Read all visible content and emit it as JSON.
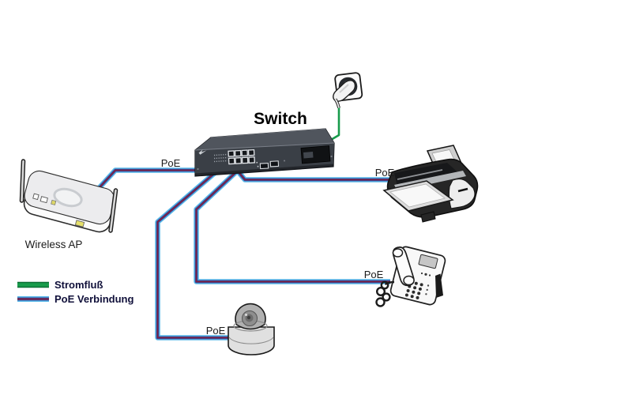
{
  "diagram": {
    "title": "Switch",
    "device_labels": {
      "wireless_ap": "Wireless AP"
    },
    "cable_labels": {
      "ap": "PoE",
      "printer": "PoE",
      "phone": "PoE",
      "camera": "PoE"
    },
    "legend": {
      "power_flow": "Stromfluß",
      "poe_connection": "PoE Verbindung"
    },
    "colors": {
      "power_line_green": "#189b4b",
      "power_line_green_dark": "#0c6f35",
      "poe_outer_blue": "#56b7e8",
      "poe_mid_navy": "#3c3f90",
      "poe_core_maroon": "#7d2342"
    }
  }
}
